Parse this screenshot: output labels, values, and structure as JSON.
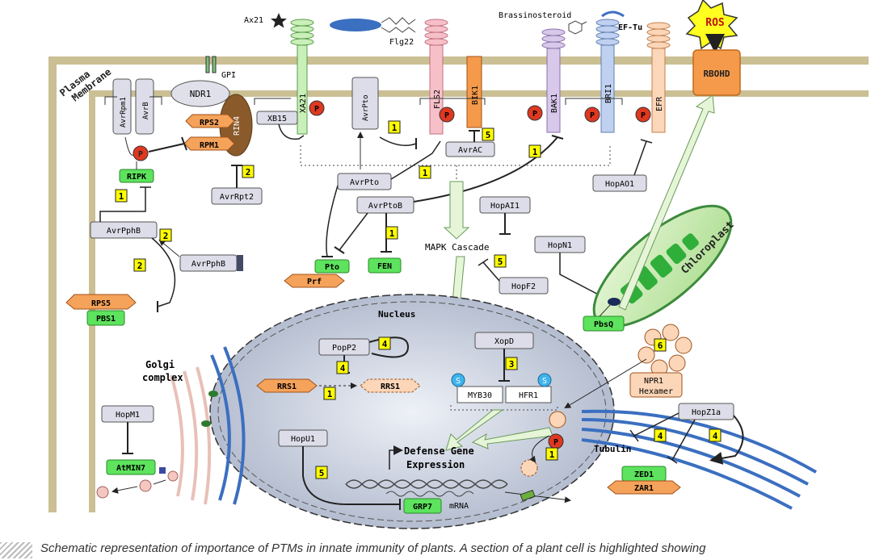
{
  "labels": {
    "plasma_membrane": [
      "Plasma",
      "Membrane"
    ],
    "ax21": "Ax21",
    "flg22": "Flg22",
    "brassinosteroid": "Brassinosteroid",
    "ef_tu": "EF-Tu",
    "ros": "ROS",
    "gpi": "GPI",
    "ndr1": "NDR1",
    "rin4": "RIN4",
    "rps2": "RPS2",
    "rpm1": "RPM1",
    "avrrpm1": "AvrRpm1",
    "avrb": "AvrB",
    "ripk": "RIPK",
    "avrrpt2": "AvrRpt2",
    "avrpphb": "AvrPphB",
    "avrpphb2": "AvrPphB",
    "rps5": "RPS5",
    "pbs1": "PBS1",
    "xa21": "XA21",
    "xb15": "XB15",
    "avrpto_rec": "AvrPto",
    "fls2": "FLS2",
    "bik1": "BIK1",
    "bak1": "BAK1",
    "bri1": "BRI1",
    "efr": "EFR",
    "rbohd": "RBOHD",
    "avrac": "AvrAC",
    "avrpto": "AvrPto",
    "avrptob": "AvrPtoB",
    "hopai1": "HopAI1",
    "hopao1": "HopAO1",
    "mapk": "MAPK Cascade",
    "pto": "Pto",
    "prf": "Prf",
    "fen": "FEN",
    "hopf2": "HopF2",
    "hopn1": "HopN1",
    "pbsq": "PbsQ",
    "chloroplast": "Chloroplast",
    "nucleus": "Nucleus",
    "popp2": "PopP2",
    "rrs1_a": "RRS1",
    "rrs1_b": "RRS1",
    "xopd": "XopD",
    "myb30": "MYB30",
    "hfr1": "HFR1",
    "npr1": [
      "NPR1",
      "Hexamer"
    ],
    "golgi": [
      "Golgi",
      "complex"
    ],
    "hopm1": "HopM1",
    "atmin7": "AtMIN7",
    "hopu1": "HopU1",
    "defense": [
      "Defense Gene",
      "Expression"
    ],
    "grp7": "GRP7",
    "mrna": "mRNA",
    "tubulin": "Tubulin",
    "hopz1a": "HopZ1a",
    "zed1": "ZED1",
    "zar1": "ZAR1",
    "p": "P",
    "s": "S"
  },
  "ptm_numbers": [
    "1",
    "2",
    "3",
    "4",
    "5",
    "6"
  ],
  "colors": {
    "membrane": "#c9b98a",
    "green_box": "#5de35d",
    "orange_box": "#f5a25a",
    "gray_box": "#dcdde8",
    "phospho": "#e03820",
    "sumo": "#3fb4ec",
    "ptm_tag": "#ffff00",
    "rin4_brown": "#8a5a2b",
    "nucleus_fill": "#cdd3e0",
    "chloroplast_green": "#3ca53c"
  },
  "caption": "Schematic representation of importance of PTMs in innate immunity of plants. A section of a plant cell is highlighted showing"
}
